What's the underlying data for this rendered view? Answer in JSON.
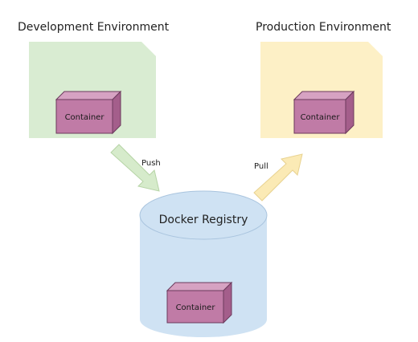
{
  "environments": {
    "development": {
      "title": "Development Environment",
      "container_label": "Container",
      "fill": "#d9ecd2"
    },
    "production": {
      "title": "Production Environment",
      "container_label": "Container",
      "fill": "#fdf0c6"
    }
  },
  "arrows": {
    "push": {
      "label": "Push",
      "fill": "#d6ebcb"
    },
    "pull": {
      "label": "Pull",
      "fill": "#fbeab5"
    }
  },
  "registry": {
    "title": "Docker Registry",
    "container_label": "Container",
    "fill": "#cfe2f3"
  },
  "colors": {
    "container_front": "#c07ba6",
    "container_top": "#d6a2c2",
    "container_side": "#a45e8b",
    "container_stroke": "#6b3a5c",
    "registry_stroke": "#a9c4de"
  }
}
